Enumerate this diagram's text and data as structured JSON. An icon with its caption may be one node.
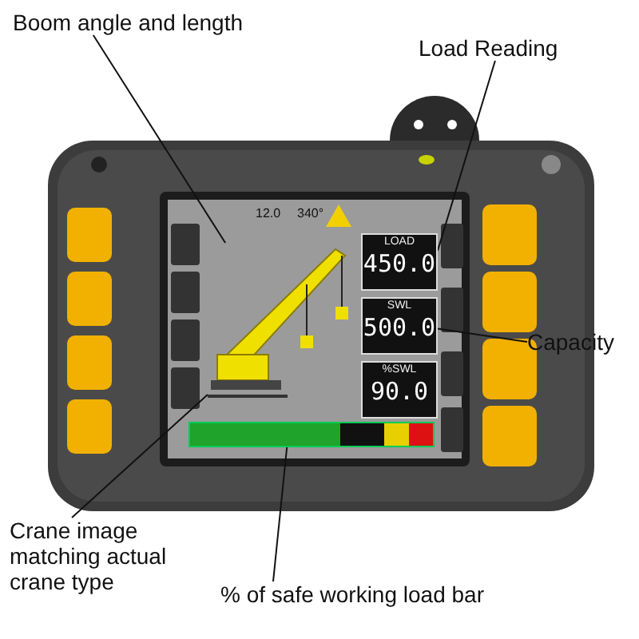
{
  "diagram": {
    "nodes": [
      {
        "text": [
          "Boom angle and length"
        ]
      },
      {
        "text": [
          "Load Reading"
        ]
      },
      {
        "text": [
          "Capacity"
        ]
      },
      {
        "text": [
          "Crane image matching actual crane type"
        ]
      },
      {
        "text": [
          "% of safe working load bar"
        ]
      },
      {
        "text": [],
        "shape": "picture"
      },
      {
        "text": [
          "LOAD",
          "450.0"
        ]
      },
      {
        "text": [
          "SWL",
          "500.0"
        ]
      },
      {
        "text": [
          "%SWL",
          "90.0"
        ]
      },
      {
        "text": [],
        "shape": "bar"
      }
    ],
    "edges": [
      {
        "from": 0,
        "to": 5,
        "arrow": "none"
      },
      {
        "from": 1,
        "to": 6,
        "arrow": "none"
      },
      {
        "from": 2,
        "to": 7,
        "arrow": "none"
      },
      {
        "from": 3,
        "to": 5,
        "arrow": "none"
      },
      {
        "from": 4,
        "to": 9,
        "arrow": "none"
      }
    ],
    "labels": [
      "12.0",
      "340°"
    ]
  }
}
